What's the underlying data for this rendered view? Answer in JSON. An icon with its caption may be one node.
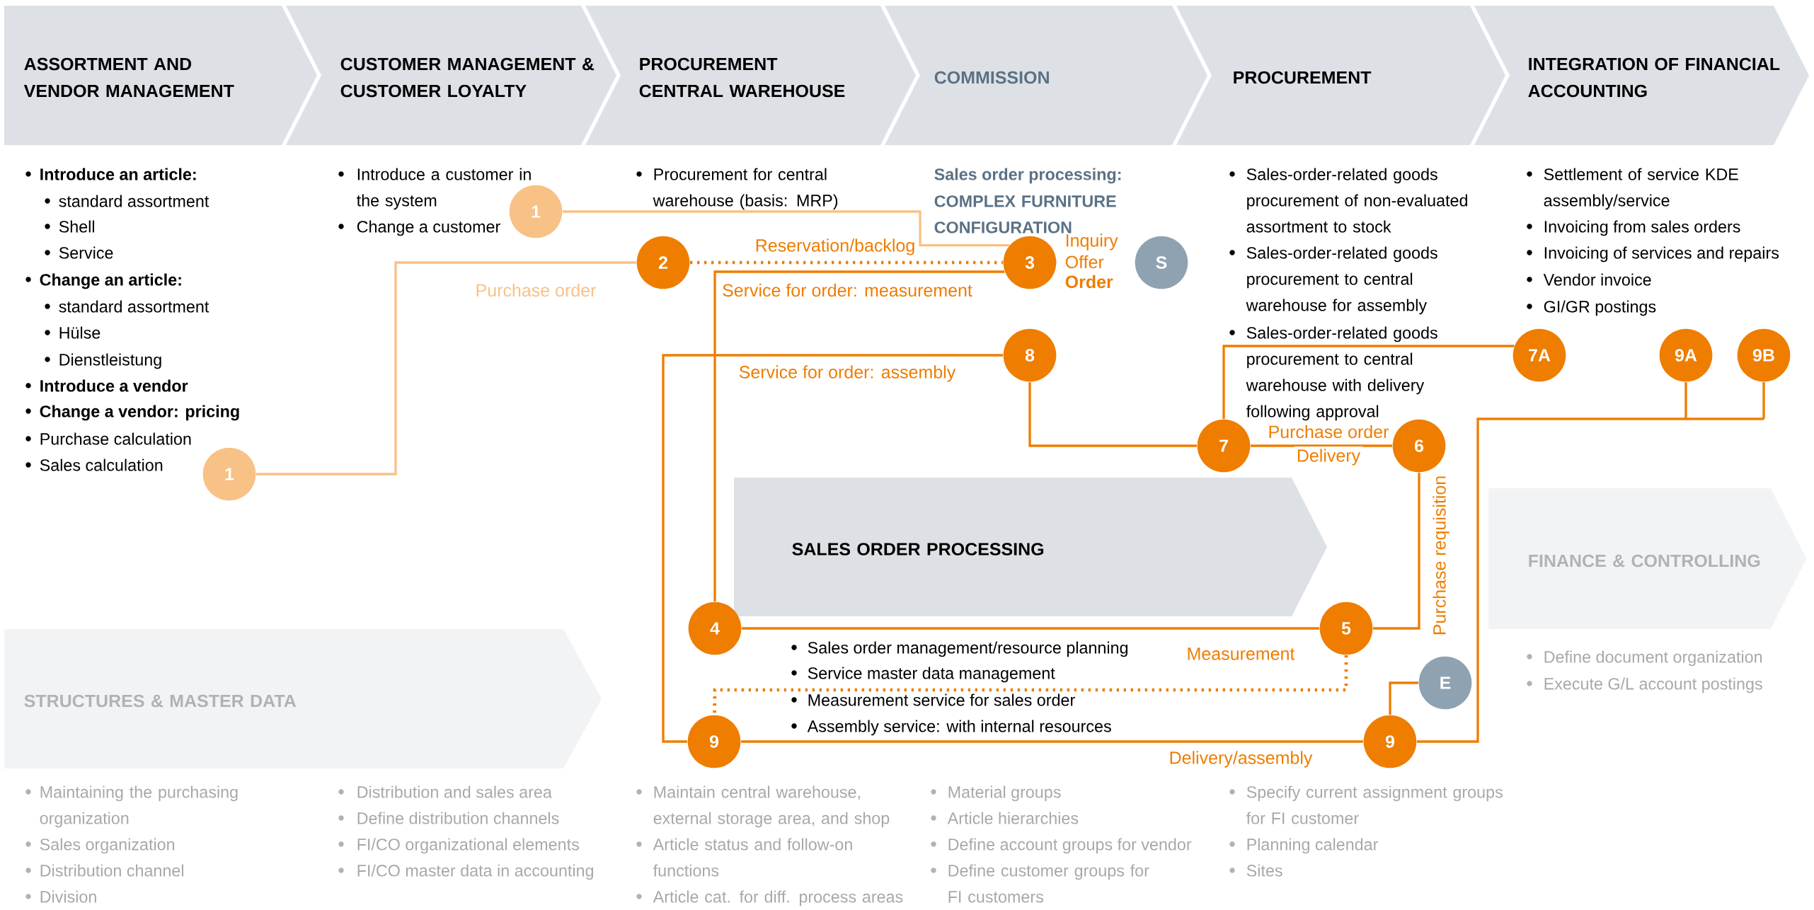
{
  "diagram": {
    "nodes": [
      {
        "text": [
          "ASSORTMENT AND VENDOR MANAGEMENT"
        ]
      },
      {
        "text": [
          "CUSTOMER MANAGEMENT & CUSTOMER LOYALTY"
        ]
      },
      {
        "text": [
          "PROCUREMENT CENTRAL WAREHOUSE"
        ]
      },
      {
        "text": [
          "COMMISSION"
        ]
      },
      {
        "text": [
          "PROCUREMENT"
        ]
      },
      {
        "text": [
          "INTEGRATION OF FINANCIAL ACCOUNTING"
        ]
      },
      {
        "text": [
          "1"
        ]
      },
      {
        "text": [
          "2"
        ]
      },
      {
        "text": [
          "3"
        ],
        "beside": [
          "Inquiry",
          "Offer",
          "Order"
        ]
      },
      {
        "text": [
          "S"
        ]
      },
      {
        "text": [
          "8"
        ]
      },
      {
        "text": [
          "7A"
        ]
      },
      {
        "text": [
          "9A"
        ]
      },
      {
        "text": [
          "9B"
        ]
      },
      {
        "text": [
          "7"
        ]
      },
      {
        "text": [
          "6"
        ]
      },
      {
        "text": [
          "1"
        ]
      },
      {
        "text": [
          "SALES ORDER PROCESSING"
        ]
      },
      {
        "text": [
          "FINANCE & CONTROLLING"
        ]
      },
      {
        "text": [
          "4"
        ]
      },
      {
        "text": [
          "5"
        ]
      },
      {
        "text": [
          "E"
        ]
      },
      {
        "text": [
          "STRUCTURES & MASTER DATA"
        ]
      },
      {
        "text": [
          "9"
        ]
      },
      {
        "text": [
          "9"
        ]
      }
    ],
    "edges": [
      {
        "from": 16,
        "to": 7,
        "arrow": "none",
        "label": "Purchase order",
        "color": "#f8c186"
      },
      {
        "from": 6,
        "to": 8,
        "arrow": "none",
        "color": "#f8c186"
      },
      {
        "from": 7,
        "to": 8,
        "arrow": "none",
        "label": "Reservation/backlog",
        "style": "dashed"
      },
      {
        "from": 8,
        "to": 19,
        "arrow": "none",
        "label": "Service for order: measurement"
      },
      {
        "from": 10,
        "to": 23,
        "arrow": "none",
        "label": "Service for order: assembly"
      },
      {
        "from": 10,
        "to": 14,
        "arrow": "none"
      },
      {
        "from": 14,
        "to": 11,
        "arrow": "none"
      },
      {
        "from": 14,
        "to": 15,
        "arrow": "none",
        "label": "Purchase order"
      },
      {
        "from": 15,
        "to": 20,
        "arrow": "none",
        "label": "Purchase requisition"
      },
      {
        "from": 19,
        "to": 20,
        "arrow": "none"
      },
      {
        "from": 20,
        "to": 23,
        "arrow": "none",
        "label": "Measurement",
        "style": "dashed"
      },
      {
        "from": 23,
        "to": 24,
        "arrow": "none",
        "label": "Delivery/assembly"
      },
      {
        "from": 21,
        "to": 24,
        "arrow": "none"
      },
      {
        "from": 24,
        "to": 12,
        "arrow": "none"
      },
      {
        "from": 24,
        "to": 13,
        "arrow": "none"
      }
    ],
    "labels": [
      "Delivery",
      "Introduce an article:",
      "standard assortment",
      "Shell",
      "Service",
      "Change an article:",
      "standard assortment",
      "Hülse",
      "Dienstleistung",
      "Introduce a vendor",
      "Change a vendor: pricing",
      "Purchase calculation",
      "Sales calculation",
      "Introduce a customer in the system",
      "Change a customer",
      "Procurement for central warehouse (basis: MRP)",
      "Sales order processing:",
      "COMPLEX FURNITURE CONFIGURATION",
      "Sales-order-related goods procurement of non-evaluated assortment to stock",
      "Sales-order-related goods procurement to central warehouse for assembly",
      "Sales-order-related goods procurement to central warehouse with delivery following approval",
      "Settlement of service KDE assembly/service",
      "Invoicing from sales orders",
      "Invoicing of services and repairs",
      "Vendor invoice",
      "GI/GR postings",
      "Sales order management/resource planning",
      "Service master data management",
      "Measurement service for sales order",
      "Assembly service: with internal resources",
      "Define document organization",
      "Execute G/L account postings",
      "Maintaining the purchasing organization",
      "Sales organization",
      "Distribution channel",
      "Division",
      "Distribution and sales area",
      "Define distribution channels",
      "FI/CO organizational elements",
      "FI/CO master data in accounting",
      "Maintain central warehouse, external storage area, and shop",
      "Article status and follow-on functions",
      "Article cat. for diff. process areas",
      "Material groups",
      "Article hierarchies",
      "Define account groups for vendor",
      "Define customer groups for FI customers",
      "Specify current assignment groups for FI customer",
      "Planning calendar",
      "Sites"
    ]
  }
}
